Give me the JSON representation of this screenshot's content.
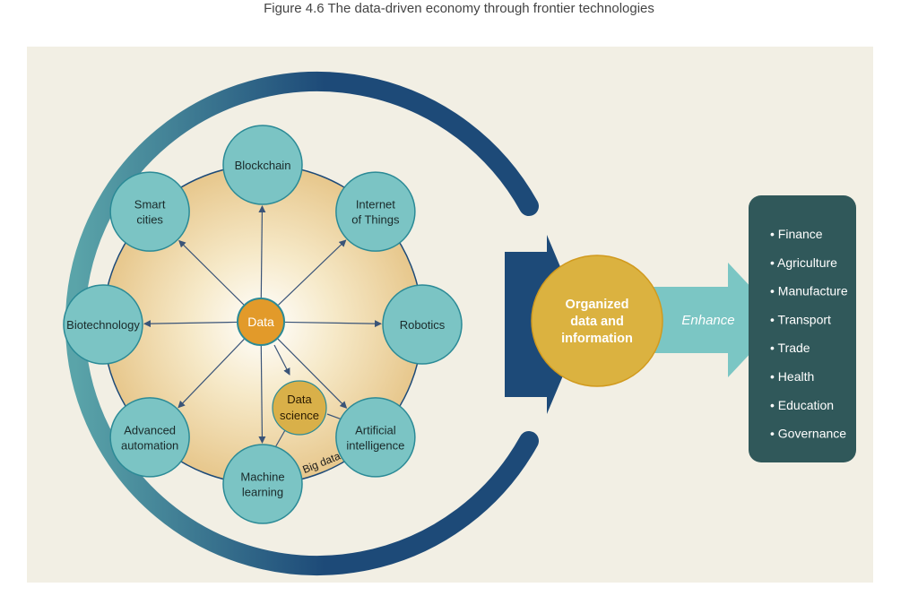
{
  "title": "Figure 4.6 The data-driven economy through frontier technologies",
  "center": "Data",
  "technologies": [
    [
      "Blockchain"
    ],
    [
      "Internet",
      "of Things"
    ],
    [
      "Robotics"
    ],
    [
      "Artificial",
      "intelligence"
    ],
    [
      "Machine",
      "learning"
    ],
    [
      "Advanced",
      "automation"
    ],
    [
      "Biotechnology"
    ],
    [
      "Smart",
      "cities"
    ]
  ],
  "data_science": [
    "Data",
    "science"
  ],
  "big_data": "Big data",
  "organized": [
    "Organized",
    "data and",
    "information"
  ],
  "enhance": "Enhance",
  "sectors": [
    "Finance",
    "Agriculture",
    "Manufacture",
    "Transport",
    "Trade",
    "Health",
    "Education",
    "Governance"
  ],
  "colors": {
    "background": "#f2efe4",
    "node_fill": "#7bc4c4",
    "node_stroke": "#2b8a96",
    "center_fill": "#e29a2a",
    "data_science_fill": "#d9b049",
    "organized_fill": "#dbb240",
    "arc_dark": "#1d4a78",
    "arc_light": "#5aa4a9",
    "enhance_arrow": "#7bc6c4",
    "sector_box": "#30585a",
    "arrow_line": "#3a5478"
  }
}
